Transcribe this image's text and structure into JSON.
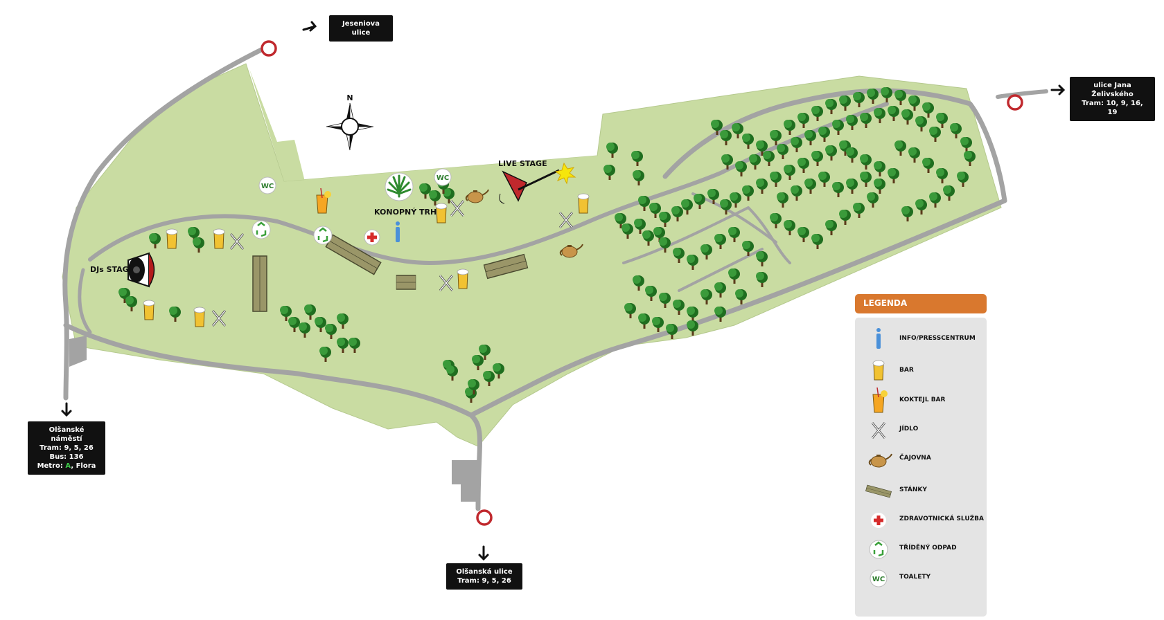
{
  "labels": {
    "jeseniova": "Jeseniova ulice",
    "zelivskeho_line1": "ulice Jana Želivského",
    "zelivskeho_line2": "Tram: 10, 9, 16, 19",
    "olsanske_line1": "Olšanské náměstí",
    "olsanske_line2": "Tram: 9, 5, 26",
    "olsanske_line3": "Bus: 136",
    "olsanske_line4_prefix": "Metro: ",
    "olsanske_line4_metro": "A",
    "olsanske_line4_suffix": ", Flora",
    "olsanska_line1": "Olšanská ulice",
    "olsanska_line2": "Tram: 9, 5, 26"
  },
  "map_labels": {
    "north": "N",
    "djs_stage": "DJs STAGE",
    "live_stage": "LIVE STAGE",
    "konopny_trh": "KONOPNÝ TRH",
    "wc": "WC"
  },
  "legend": {
    "title": "LEGENDA",
    "items": [
      {
        "icon": "info-icon",
        "label": "INFO/PRESSCENTRUM"
      },
      {
        "icon": "beer-icon",
        "label": "BAR"
      },
      {
        "icon": "cocktail-icon",
        "label": "KOKTEJL BAR"
      },
      {
        "icon": "cutlery-icon",
        "label": "JÍDLO"
      },
      {
        "icon": "teapot-icon",
        "label": "ČAJOVNA"
      },
      {
        "icon": "stall-icon",
        "label": "STÁNKY"
      },
      {
        "icon": "first-aid-icon",
        "label": "ZDRAVOTNICKÁ SLUŽBA"
      },
      {
        "icon": "recycle-icon",
        "label": "TŘÍDĚNÝ ODPAD"
      },
      {
        "icon": "wc-icon",
        "label": "TOALETY"
      }
    ]
  },
  "colors": {
    "park": "#c9dca2",
    "path": "#a3a3a3",
    "tree": "#2f8a2f",
    "legend_header": "#d9782e",
    "entrance_ring": "#c0282d"
  }
}
